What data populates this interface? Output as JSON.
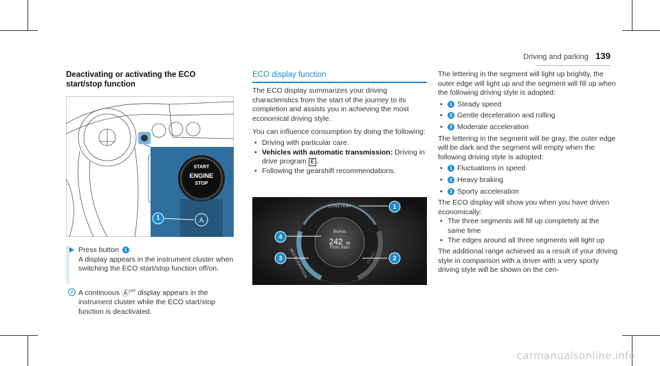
{
  "header": {
    "section": "Driving and parking",
    "page_number": "139"
  },
  "left": {
    "heading": "Deactivating or activating the ECO start/stop function",
    "illustration": {
      "button_line1": "START",
      "button_line2": "ENGINE",
      "button_line3": "STOP",
      "callout": "1"
    },
    "step_text_before": "Press button",
    "step_num": "1",
    "step_text_after": ".",
    "step_result": "A display appears in the instrument cluster when switching the ECO start/stop function off/on.",
    "info_text_before": "A continuous",
    "info_symbol": "Ⓐ",
    "info_symbol_sup": "OFF",
    "info_text_after": "display appears in the instrument cluster while the ECO start/stop function is deactivated."
  },
  "middle": {
    "heading": "ECO display function",
    "para1": "The ECO display summarizes your driving characteristics from the start of the journey to its completion and assists you in achieving the most economical driving style.",
    "para2": "You can influence consumption by doing the following:",
    "bullet1": "Driving with particular care.",
    "bullet2_bold": "Vehicles with automatic transmission:",
    "bullet2_rest": "Driving in drive program",
    "bullet2_gear": "E",
    "bullet2_end": ".",
    "bullet3": "Following the gearshift recommendations.",
    "eco": {
      "constant": "CONSTANT",
      "acceleration": "ACCELERATION",
      "coast": "COAST",
      "bonus": "Bonus",
      "value": "242",
      "unit": "mi",
      "from_start": "From Start",
      "callouts": [
        "1",
        "2",
        "3",
        "4"
      ]
    }
  },
  "right": {
    "para1": "The lettering in the segment will light up brightly, the outer edge will light up and the segment will fill up when the following driving style is adopted:",
    "list1": [
      {
        "num": "1",
        "text": "Steady speed"
      },
      {
        "num": "2",
        "text": "Gentle deceleration and rolling"
      },
      {
        "num": "3",
        "text": "Moderate acceleration"
      }
    ],
    "para2": "The lettering in the segment will be gray, the outer edge will be dark and the segment will empty when the following driving style is adopted:",
    "list2": [
      {
        "num": "1",
        "text": "Fluctuations in speed"
      },
      {
        "num": "2",
        "text": "Heavy braking"
      },
      {
        "num": "3",
        "text": "Sporty acceleration"
      }
    ],
    "para3": "The ECO display will show you when you have driven economically:",
    "bullets3": [
      "The three segments will fill up completely at the same time",
      "The edges around all three segments will light up"
    ],
    "para4": "The additional range achieved as a result of your driving style in comparison with a driver with a very sporty driving style will be shown on the cen-"
  },
  "watermark": "carmanualsonline.info",
  "colors": {
    "accent": "#1a8ad0",
    "highlight_bg": "#d9ecf8"
  }
}
